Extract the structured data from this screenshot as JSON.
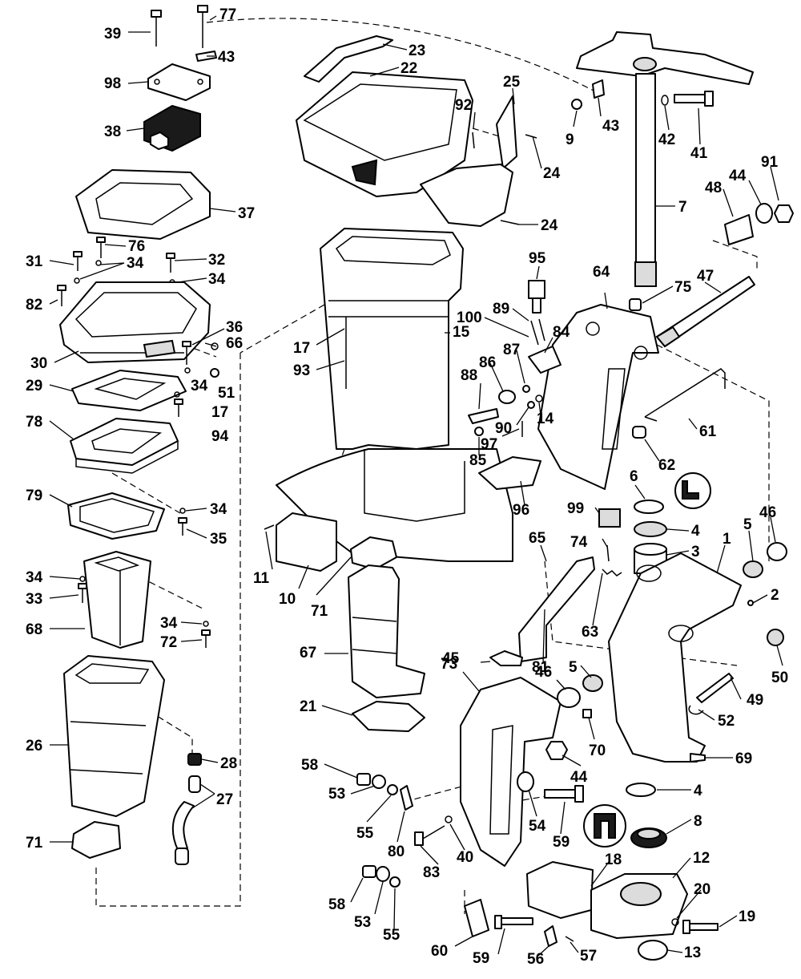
{
  "callouts": [
    {
      "id": "c39",
      "label": "39"
    },
    {
      "id": "c77",
      "label": "77"
    },
    {
      "id": "c43a",
      "label": "43"
    },
    {
      "id": "c98",
      "label": "98"
    },
    {
      "id": "c38",
      "label": "38"
    },
    {
      "id": "c37",
      "label": "37"
    },
    {
      "id": "c31",
      "label": "31"
    },
    {
      "id": "c76",
      "label": "76"
    },
    {
      "id": "c34a",
      "label": "34"
    },
    {
      "id": "c32",
      "label": "32"
    },
    {
      "id": "c34b",
      "label": "34"
    },
    {
      "id": "c82",
      "label": "82"
    },
    {
      "id": "c30",
      "label": "30"
    },
    {
      "id": "c36",
      "label": "36"
    },
    {
      "id": "c66",
      "label": "66"
    },
    {
      "id": "c34c",
      "label": "34"
    },
    {
      "id": "c51",
      "label": "51"
    },
    {
      "id": "c29",
      "label": "29"
    },
    {
      "id": "c17a",
      "label": "17"
    },
    {
      "id": "c94",
      "label": "94"
    },
    {
      "id": "c78",
      "label": "78"
    },
    {
      "id": "c79",
      "label": "79"
    },
    {
      "id": "c34d",
      "label": "34"
    },
    {
      "id": "c35",
      "label": "35"
    },
    {
      "id": "c34e",
      "label": "34"
    },
    {
      "id": "c33",
      "label": "33"
    },
    {
      "id": "c68",
      "label": "68"
    },
    {
      "id": "c34f",
      "label": "34"
    },
    {
      "id": "c72",
      "label": "72"
    },
    {
      "id": "c26",
      "label": "26"
    },
    {
      "id": "c28",
      "label": "28"
    },
    {
      "id": "c27",
      "label": "27"
    },
    {
      "id": "c71a",
      "label": "71"
    },
    {
      "id": "c23",
      "label": "23"
    },
    {
      "id": "c22",
      "label": "22"
    },
    {
      "id": "c25",
      "label": "25"
    },
    {
      "id": "c92",
      "label": "92"
    },
    {
      "id": "c24a",
      "label": "24"
    },
    {
      "id": "c24b",
      "label": "24"
    },
    {
      "id": "c9",
      "label": "9"
    },
    {
      "id": "c43b",
      "label": "43"
    },
    {
      "id": "c42",
      "label": "42"
    },
    {
      "id": "c41",
      "label": "41"
    },
    {
      "id": "c7",
      "label": "7"
    },
    {
      "id": "c44a",
      "label": "44"
    },
    {
      "id": "c91",
      "label": "91"
    },
    {
      "id": "c48",
      "label": "48"
    },
    {
      "id": "c95",
      "label": "95"
    },
    {
      "id": "c64",
      "label": "64"
    },
    {
      "id": "c75",
      "label": "75"
    },
    {
      "id": "c47",
      "label": "47"
    },
    {
      "id": "c89",
      "label": "89"
    },
    {
      "id": "c100",
      "label": "100"
    },
    {
      "id": "c84",
      "label": "84"
    },
    {
      "id": "c87",
      "label": "87"
    },
    {
      "id": "c86",
      "label": "86"
    },
    {
      "id": "c17b",
      "label": "17"
    },
    {
      "id": "c15",
      "label": "15"
    },
    {
      "id": "c93",
      "label": "93"
    },
    {
      "id": "c88",
      "label": "88"
    },
    {
      "id": "c90",
      "label": "90"
    },
    {
      "id": "c14",
      "label": "14"
    },
    {
      "id": "c97",
      "label": "97"
    },
    {
      "id": "c85",
      "label": "85"
    },
    {
      "id": "c61",
      "label": "61"
    },
    {
      "id": "c62",
      "label": "62"
    },
    {
      "id": "c96",
      "label": "96"
    },
    {
      "id": "c6",
      "label": "6"
    },
    {
      "id": "c99",
      "label": "99"
    },
    {
      "id": "c4a",
      "label": "4"
    },
    {
      "id": "c5a",
      "label": "5"
    },
    {
      "id": "c46a",
      "label": "46"
    },
    {
      "id": "c3",
      "label": "3"
    },
    {
      "id": "c1",
      "label": "1"
    },
    {
      "id": "c65",
      "label": "65"
    },
    {
      "id": "c74",
      "label": "74"
    },
    {
      "id": "c2",
      "label": "2"
    },
    {
      "id": "c11",
      "label": "11"
    },
    {
      "id": "c10",
      "label": "10"
    },
    {
      "id": "c71b",
      "label": "71"
    },
    {
      "id": "c73",
      "label": "73"
    },
    {
      "id": "c81",
      "label": "81"
    },
    {
      "id": "c63",
      "label": "63"
    },
    {
      "id": "c50",
      "label": "50"
    },
    {
      "id": "c67",
      "label": "67"
    },
    {
      "id": "c45",
      "label": "45"
    },
    {
      "id": "c46b",
      "label": "46"
    },
    {
      "id": "c5b",
      "label": "5"
    },
    {
      "id": "c49",
      "label": "49"
    },
    {
      "id": "c52",
      "label": "52"
    },
    {
      "id": "c21",
      "label": "21"
    },
    {
      "id": "c70",
      "label": "70"
    },
    {
      "id": "c69",
      "label": "69"
    },
    {
      "id": "c44b",
      "label": "44"
    },
    {
      "id": "c58a",
      "label": "58"
    },
    {
      "id": "c53a",
      "label": "53"
    },
    {
      "id": "c55a",
      "label": "55"
    },
    {
      "id": "c80",
      "label": "80"
    },
    {
      "id": "c54",
      "label": "54"
    },
    {
      "id": "c59a",
      "label": "59"
    },
    {
      "id": "c4b",
      "label": "4"
    },
    {
      "id": "c8",
      "label": "8"
    },
    {
      "id": "c83",
      "label": "83"
    },
    {
      "id": "c40",
      "label": "40"
    },
    {
      "id": "c18",
      "label": "18"
    },
    {
      "id": "c12",
      "label": "12"
    },
    {
      "id": "c20",
      "label": "20"
    },
    {
      "id": "c19",
      "label": "19"
    },
    {
      "id": "c58b",
      "label": "58"
    },
    {
      "id": "c53b",
      "label": "53"
    },
    {
      "id": "c55b",
      "label": "55"
    },
    {
      "id": "c60",
      "label": "60"
    },
    {
      "id": "c59b",
      "label": "59"
    },
    {
      "id": "c56",
      "label": "56"
    },
    {
      "id": "c57",
      "label": "57"
    },
    {
      "id": "c13",
      "label": "13"
    }
  ]
}
